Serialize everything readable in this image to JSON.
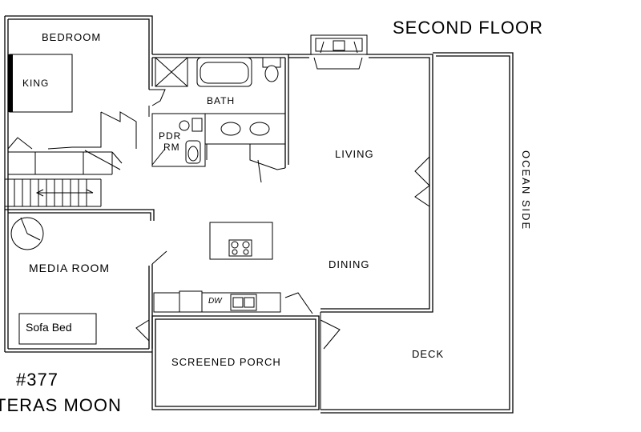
{
  "floor_title": "SECOND FLOOR",
  "orientation_label": "OCEAN SIDE",
  "listing_number": "#377",
  "property_name": "TERAS MOON",
  "rooms": {
    "bedroom": "BEDROOM",
    "king_bed": "KING",
    "bath": "BATH",
    "powder_room_line1": "PDR",
    "powder_room_line2": "RM",
    "living": "LIVING",
    "dining": "DINING",
    "media_room": "MEDIA ROOM",
    "sofa_bed": "Sofa Bed",
    "screened_porch": "SCREENED PORCH",
    "deck": "DECK"
  },
  "appliance_labels": {
    "dishwasher": "DW"
  }
}
